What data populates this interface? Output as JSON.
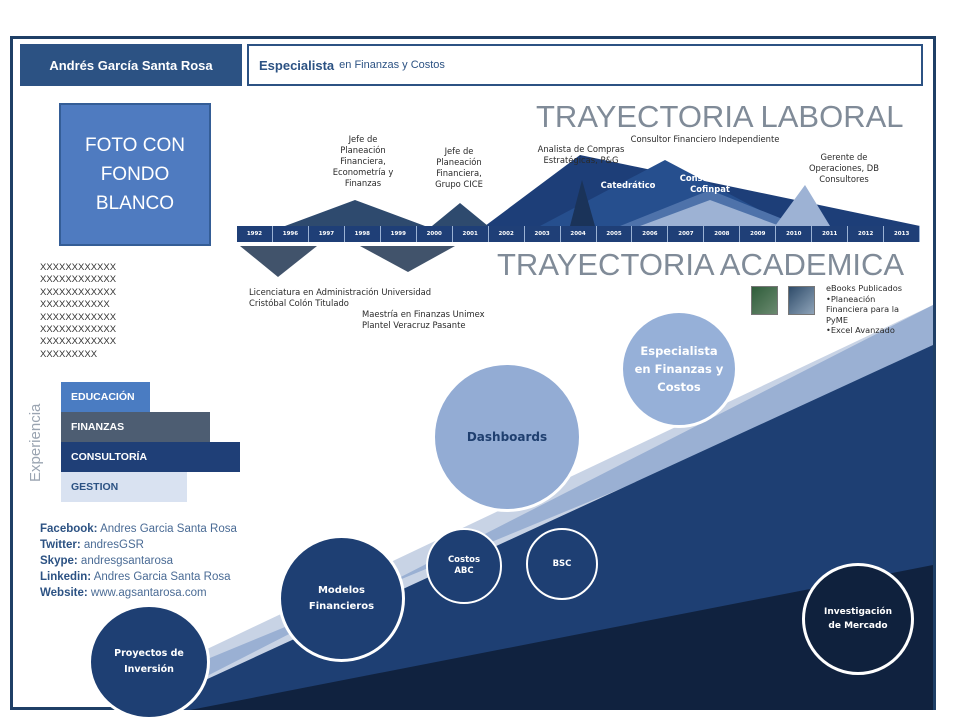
{
  "header": {
    "name": "Andrés García Santa Rosa",
    "title_bold": "Especialista",
    "title_rest": "en Finanzas y Costos"
  },
  "photo": {
    "line1": "FOTO CON",
    "line2": "FONDO",
    "line3": "BLANCO"
  },
  "placeholder_lines": [
    "XXXXXXXXXXXX",
    "XXXXXXXXXXXX",
    "XXXXXXXXXXXX",
    " XXXXXXXXXXX",
    "XXXXXXXXXXXX",
    "XXXXXXXXXXXX",
    "XXXXXXXXXXXX",
    "XXXXXXXXX"
  ],
  "experience": {
    "label": "Experiencia",
    "bars": [
      {
        "label": "EDUCACIÓN",
        "color": "#4a7cc2"
      },
      {
        "label": "FINANZAS",
        "color": "#4d5d72"
      },
      {
        "label": "CONSULTORÍA",
        "color": "#1f3f77"
      },
      {
        "label": "GESTION",
        "color": "#d9e2f1"
      }
    ]
  },
  "contacts": [
    {
      "key": "Facebook:",
      "value": "Andres Garcia Santa Rosa"
    },
    {
      "key": "Twitter:",
      "value": "andresGSR"
    },
    {
      "key": "Skype:",
      "value": "andresgsantarosa"
    },
    {
      "key": "Linkedin:",
      "value": "Andres Garcia Santa Rosa"
    },
    {
      "key": "Website:",
      "value": "www.agsantarosa.com"
    }
  ],
  "headings": {
    "laboral": "TRAYECTORIA LABORAL",
    "academica": "TRAYECTORIA ACADEMICA"
  },
  "years": [
    "1992",
    "1996",
    "1997",
    "1998",
    "1999",
    "2000",
    "2001",
    "2002",
    "2003",
    "2004",
    "2005",
    "2006",
    "2007",
    "2008",
    "2009",
    "2010",
    "2011",
    "2012",
    "2013"
  ],
  "laboral": {
    "jefe1": "Jefe de Planeación Financiera, Econometría y Finanzas",
    "jefe2": "Jefe de Planeación Financiera, Grupo CICE",
    "analista": "Analista de Compras Estratégicas, P&G",
    "consultor_ind": "Consultor Financiero Independiente",
    "catedratico": "Catedrático",
    "consultor_sr": "Consultor Sr, Cofinpat",
    "gerente": "Gerente de Operaciones, DB Consultores"
  },
  "academica": {
    "lic": "Licenciatura en Administración Universidad Cristóbal Colón Titulado",
    "maestria": "Maestría en Finanzas Unimex Plantel Veracruz Pasante"
  },
  "ebooks": {
    "title": "eBooks Publicados",
    "items": [
      "Planeación Financiera para la PyME",
      "Excel Avanzado"
    ]
  },
  "circles": {
    "especialista": "Especialista en Finanzas y Costos",
    "dashboards": "Dashboards",
    "costos": "Costos ABC",
    "bsc": "BSC",
    "modelos": "Modelos Financieros",
    "proyectos": "Proyectos de Inversión",
    "investigacion": "Investigación de Mercado"
  }
}
